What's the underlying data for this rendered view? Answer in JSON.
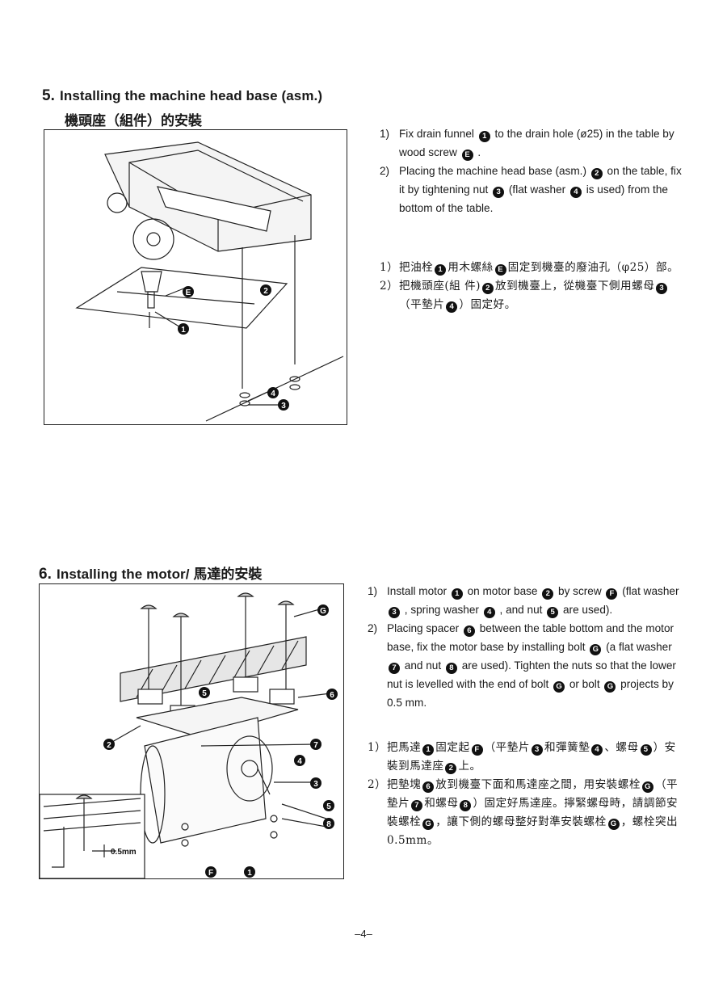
{
  "section5": {
    "number": "5.",
    "title_en": "Installing the machine head base (asm.)",
    "title_zh": "機頭座（組件）的安裝",
    "steps_en": [
      {
        "num": "1)",
        "parts": [
          "Fix drain funnel ",
          "1",
          " to the drain hole (ø25) in the table by wood screw ",
          "E",
          " ."
        ]
      },
      {
        "num": "2)",
        "parts": [
          "Placing the machine head base (asm.) ",
          "2",
          " on the table, fix it by tightening nut ",
          "3",
          " (flat washer ",
          "4",
          " is used) from the bottom of the table."
        ]
      }
    ],
    "steps_zh": [
      {
        "num": "1）",
        "parts": [
          "把油栓",
          "1",
          "用木螺絲",
          "E",
          "固定到機臺的廢油孔（φ25）部。"
        ]
      },
      {
        "num": "2）",
        "parts": [
          "把機頭座(組 件)",
          "2",
          "放到機臺上，從機臺下側用螺母",
          "3",
          "（平墊片",
          "4",
          "）固定好。"
        ]
      }
    ],
    "figure_labels": [
      "1",
      "2",
      "E",
      "4",
      "3"
    ]
  },
  "section6": {
    "number": "6.",
    "title_en": "Installing the motor/ ",
    "title_zh": "馬達的安裝",
    "steps_en": [
      {
        "num": "1)",
        "parts": [
          "Install motor ",
          "1",
          " on motor base ",
          "2",
          " by screw ",
          "F",
          " (flat washer ",
          "3",
          " , spring washer ",
          "4",
          " , and nut ",
          "5",
          " are used)."
        ]
      },
      {
        "num": "2)",
        "parts": [
          "Placing spacer ",
          "6",
          " between the table bottom and the motor base, fix the motor base by installing bolt ",
          "G",
          " (a flat washer ",
          "7",
          " and nut ",
          "8",
          " are used).  Tighten the nuts so that the lower nut is levelled with the end of bolt ",
          "G",
          " or bolt ",
          "G",
          " projects by 0.5 mm."
        ]
      }
    ],
    "steps_zh": [
      {
        "num": "1）",
        "parts": [
          "把馬達",
          "1",
          "固定起",
          "F",
          "（平墊片",
          "3",
          "和彈簧墊",
          "4",
          "、螺母",
          "5",
          "）安裝到馬達座",
          "2",
          "上。"
        ]
      },
      {
        "num": "2）",
        "parts": [
          "把墊塊",
          "6",
          "放到機臺下面和馬達座之間，用安裝螺栓",
          "G",
          "（平墊片",
          "7",
          "和螺母",
          "8",
          "）固定好馬達座。擰緊螺母時，請調節安裝螺栓",
          "G",
          "，讓下側的螺母整好對準安裝螺栓",
          "G",
          "，螺栓突出0.5mm。"
        ]
      }
    ],
    "figure_labels": [
      "G",
      "5",
      "6",
      "2",
      "7",
      "4",
      "3",
      "5",
      "8",
      "F",
      "1",
      "0.5mm"
    ]
  },
  "footer": {
    "page": "–4–"
  }
}
